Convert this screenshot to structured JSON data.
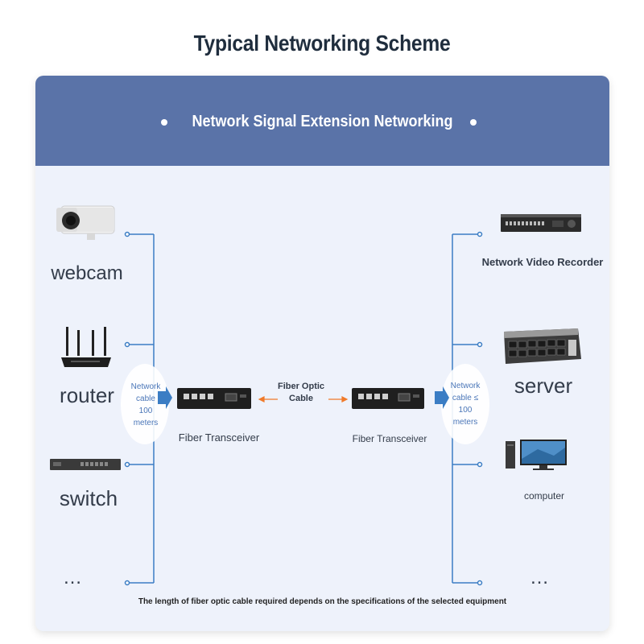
{
  "title": "Typical Networking Scheme",
  "banner": {
    "text": "Network Signal Extension Networking"
  },
  "left_devices": [
    {
      "label": "webcam",
      "icon": "webcam-icon"
    },
    {
      "label": "router",
      "icon": "router-icon"
    },
    {
      "label": "switch",
      "icon": "switch-icon"
    },
    {
      "label": "…",
      "icon": ""
    }
  ],
  "right_devices": [
    {
      "label": "Network Video Recorder",
      "icon": "nvr-icon"
    },
    {
      "label": "server",
      "icon": "server-icon"
    },
    {
      "label": "computer",
      "icon": "computer-icon"
    },
    {
      "label": "…",
      "icon": ""
    }
  ],
  "left_cable": {
    "line1": "Network",
    "line2": "cable",
    "line3": "100",
    "line4": "meters"
  },
  "right_cable": {
    "line1": "Network",
    "line2": "cable ≤",
    "line3": "100",
    "line4": "meters"
  },
  "transceiver_left": {
    "label": "Fiber Transceiver"
  },
  "transceiver_right": {
    "label": "Fiber Transceiver"
  },
  "fiber": {
    "line1": "Fiber Optic",
    "line2": "Cable"
  },
  "footnote": "The length of fiber optic cable required depends on the specifications of the selected equipment",
  "colors": {
    "banner": "#5a73a8",
    "line": "#3b7dc4",
    "fiber_arrow": "#f07a2a",
    "card": "#eef2fb"
  }
}
